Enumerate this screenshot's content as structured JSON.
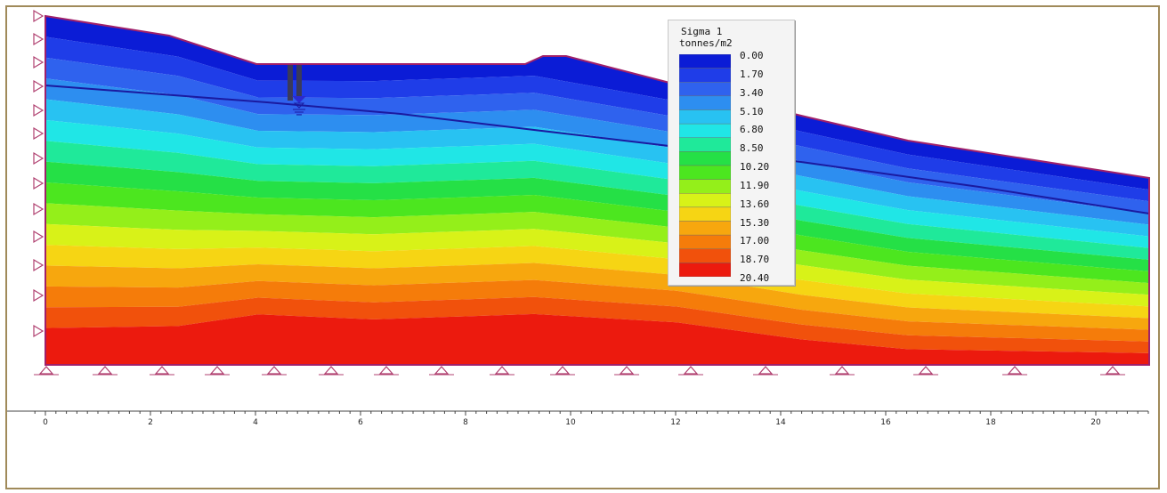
{
  "legend": {
    "title": "Sigma 1",
    "unit": "tonnes/m2",
    "levels": [
      "0.00",
      "1.70",
      "3.40",
      "5.10",
      "6.80",
      "8.50",
      "10.20",
      "11.90",
      "13.60",
      "15.30",
      "17.00",
      "18.70",
      "20.40"
    ],
    "colors": [
      "#0b1cd6",
      "#1f3de8",
      "#2f62ee",
      "#2d8ef0",
      "#28c2f2",
      "#20e6e6",
      "#1fe99a",
      "#25e046",
      "#4ce61f",
      "#94ef1a",
      "#d8f218",
      "#f6d514",
      "#f7a70e",
      "#f57c0a",
      "#f1510c",
      "#ec1a0e"
    ]
  },
  "axis": {
    "ticks": [
      "0",
      "2",
      "4",
      "6",
      "8",
      "10",
      "12",
      "14",
      "16",
      "18",
      "20"
    ]
  },
  "colors": {
    "frame": "#a08a5a",
    "boundary": "#a0206a",
    "water_table": "#1a1aa0",
    "support": "#b04070"
  },
  "icons": {
    "left_supports": "roller-support-icon",
    "bottom_supports": "pin-support-icon",
    "water_marker": "water-level-icon",
    "borehole": "borehole-icon"
  }
}
